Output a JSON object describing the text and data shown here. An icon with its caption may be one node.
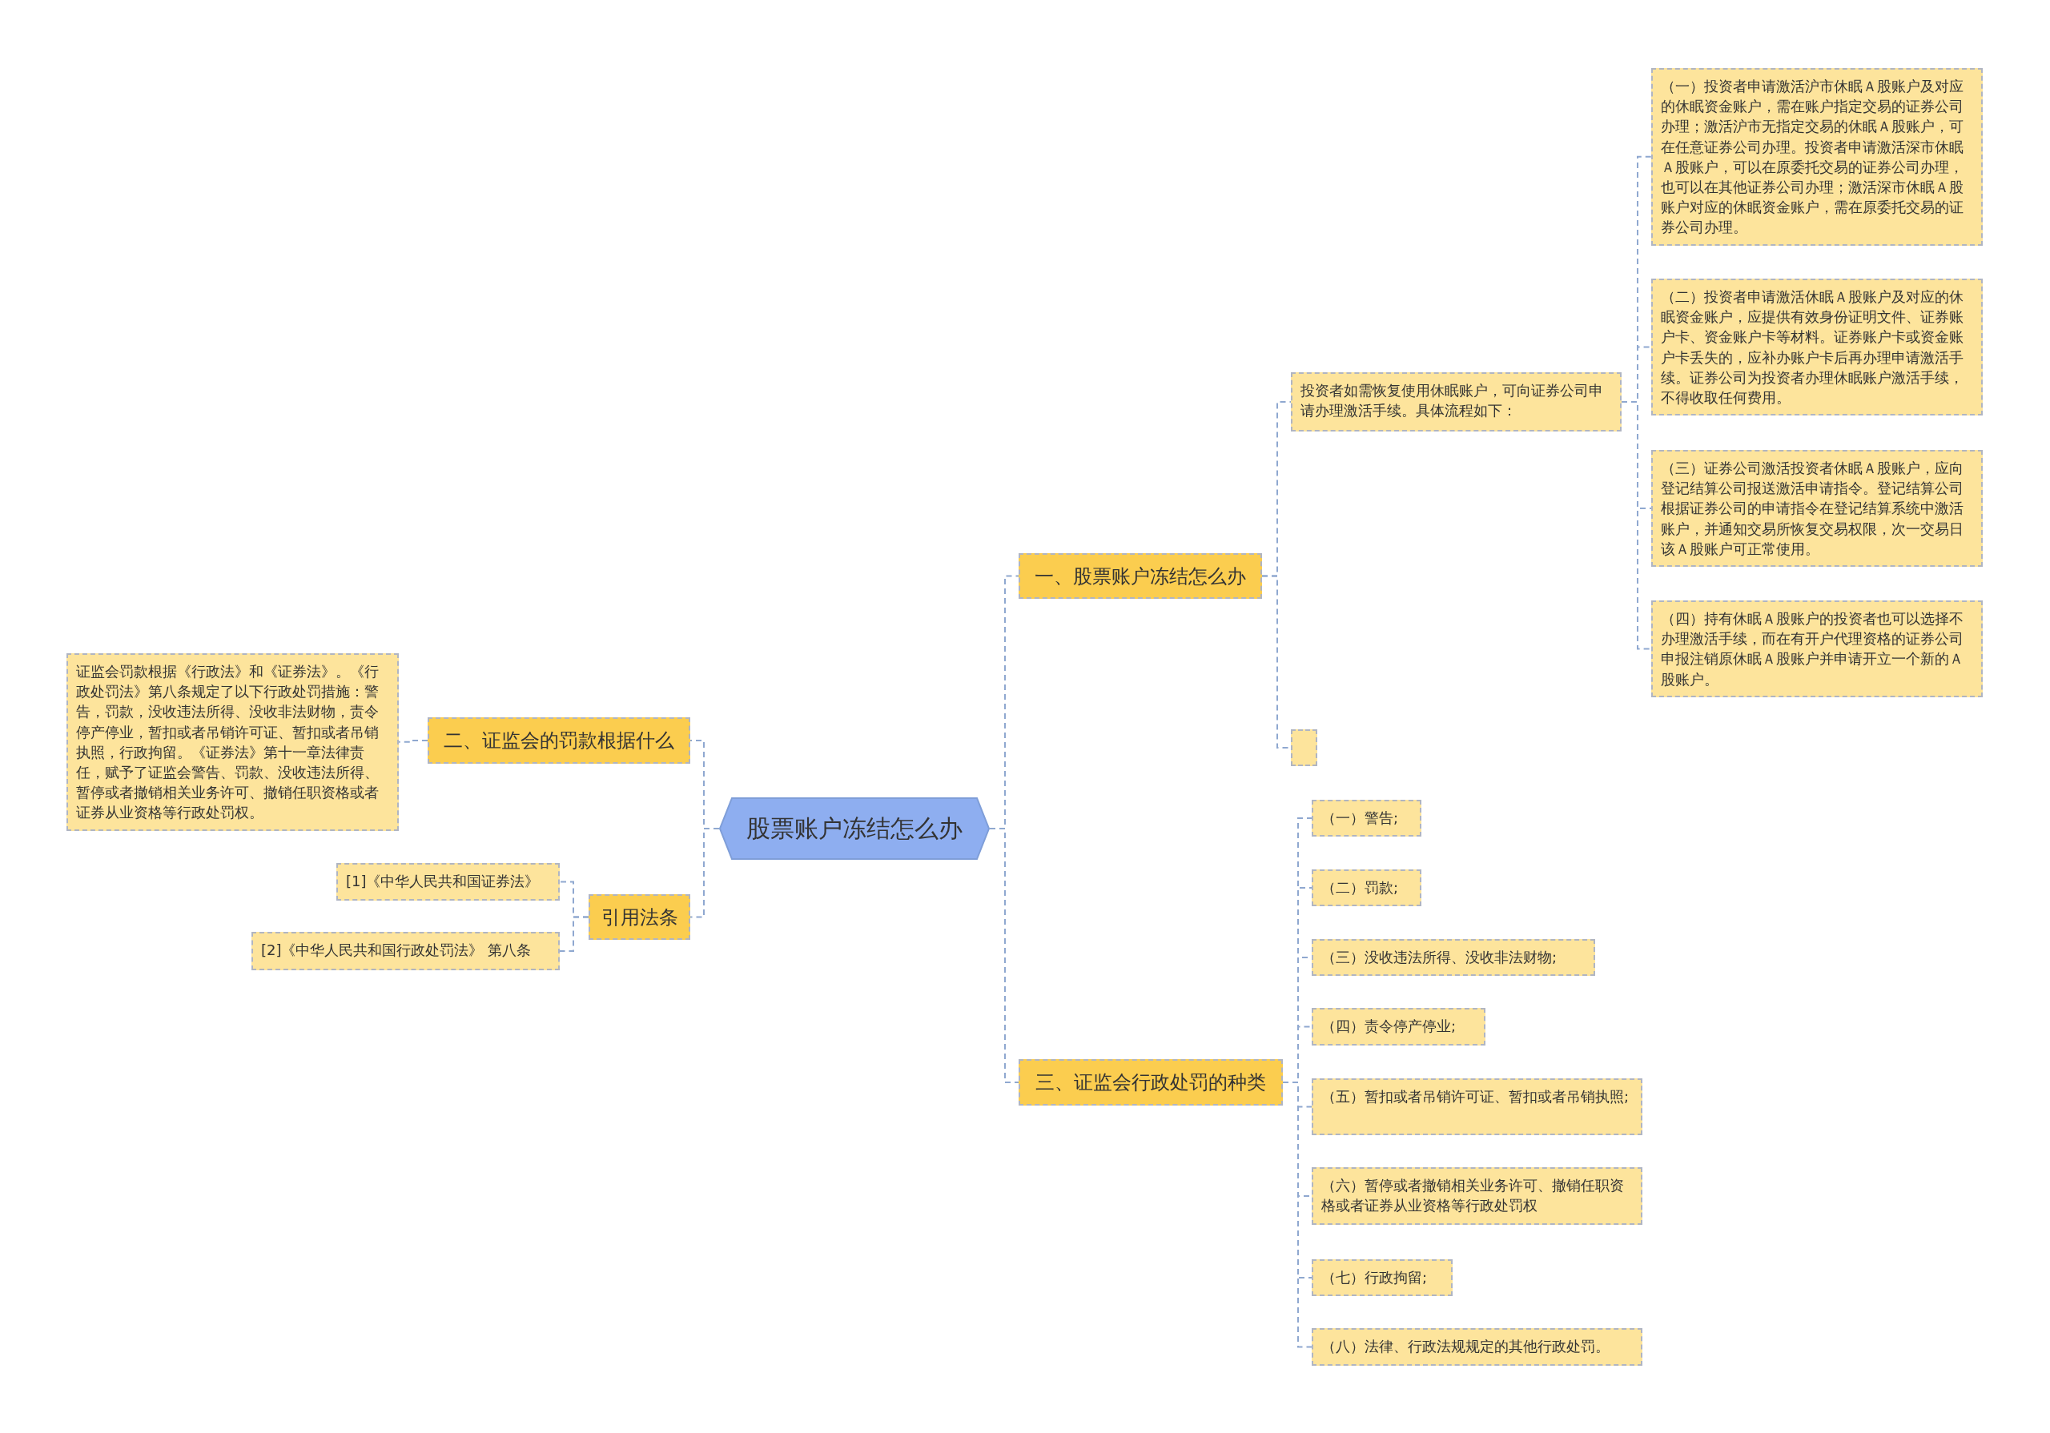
{
  "diagram": {
    "nodes": [
      {
        "text": [
          "股票账户冻结怎么办"
        ]
      },
      {
        "text": [
          "一、股票账户冻结怎么办"
        ]
      },
      {
        "text": [
          "投资者如需恢复使用休眠账户，可向证券公司申请办理激活手续。具体流程如下："
        ]
      },
      {
        "text": [
          "（一）投资者申请激活沪市休眠Ａ股账户及对应的休眠资金账户，需在账户指定交易的证券公司办理；激活沪市无指定交易的休眠Ａ股账户，可在任意证券公司办理。投资者申请激活深市休眠Ａ股账户，可以在原委托交易的证券公司办理，也可以在其他证券公司办理；激活深市休眠Ａ股账户对应的休眠资金账户，需在原委托交易的证券公司办理。"
        ]
      },
      {
        "text": [
          "（二）投资者申请激活休眠Ａ股账户及对应的休眠资金账户，应提供有效身份证明文件、证券账户卡、资金账户卡等材料。证券账户卡或资金账户卡丢失的，应补办账户卡后再办理申请激活手续。证券公司为投资者办理休眠账户激活手续，不得收取任何费用。"
        ]
      },
      {
        "text": [
          "（三）证券公司激活投资者休眠Ａ股账户，应向登记结算公司报送激活申请指令。登记结算公司根据证券公司的申请指令在登记结算系统中激活账户，并通知交易所恢复交易权限，次一交易日该Ａ股账户可正常使用。"
        ]
      },
      {
        "text": [
          "（四）持有休眠Ａ股账户的投资者也可以选择不办理激活手续，而在有开户代理资格的证券公司申报注销原休眠Ａ股账户并申请开立一个新的Ａ股账户。"
        ]
      },
      {
        "text": [],
        "shape": "box"
      },
      {
        "text": [
          "二、证监会的罚款根据什么"
        ]
      },
      {
        "text": [
          "证监会罚款根据《行政法》和《证券法》。《行政处罚法》第八条规定了以下行政处罚措施：警告，罚款，没收违法所得、没收非法财物，责令停产停业，暂扣或者吊销许可证、暂扣或者吊销执照，行政拘留。《证券法》第十一章法律责任，赋予了证监会警告、罚款、没收违法所得、暂停或者撤销相关业务许可、撤销任职资格或者证券从业资格等行政处罚权。"
        ]
      },
      {
        "text": [
          "引用法条"
        ]
      },
      {
        "text": [
          "[1]《中华人民共和国证券法》"
        ]
      },
      {
        "text": [
          "[2]《中华人民共和国行政处罚法》 第八条"
        ]
      },
      {
        "text": [
          "三、证监会行政处罚的种类"
        ]
      },
      {
        "text": [
          "（一）警告;"
        ]
      },
      {
        "text": [
          "（二）罚款;"
        ]
      },
      {
        "text": [
          "（三）没收违法所得、没收非法财物;"
        ]
      },
      {
        "text": [
          "（四）责令停产停业;"
        ]
      },
      {
        "text": [
          "（五）暂扣或者吊销许可证、暂扣或者吊销执照;"
        ]
      },
      {
        "text": [
          "（六）暂停或者撤销相关业务许可、撤销任职资格或者证券从业资格等行政处罚权"
        ]
      },
      {
        "text": [
          "（七）行政拘留;"
        ]
      },
      {
        "text": [
          "（八）法律、行政法规规定的其他行政处罚。"
        ]
      }
    ],
    "edges": [
      {
        "from": 0,
        "to": 1,
        "arrow": "none"
      },
      {
        "from": 1,
        "to": 2,
        "arrow": "none"
      },
      {
        "from": 2,
        "to": 3,
        "arrow": "none"
      },
      {
        "from": 2,
        "to": 4,
        "arrow": "none"
      },
      {
        "from": 2,
        "to": 5,
        "arrow": "none"
      },
      {
        "from": 2,
        "to": 6,
        "arrow": "none"
      },
      {
        "from": 1,
        "to": 7,
        "arrow": "none"
      },
      {
        "from": 0,
        "to": 8,
        "arrow": "none"
      },
      {
        "from": 8,
        "to": 9,
        "arrow": "none"
      },
      {
        "from": 0,
        "to": 10,
        "arrow": "none"
      },
      {
        "from": 10,
        "to": 11,
        "arrow": "none"
      },
      {
        "from": 10,
        "to": 12,
        "arrow": "none"
      },
      {
        "from": 0,
        "to": 13,
        "arrow": "none"
      },
      {
        "from": 13,
        "to": 14,
        "arrow": "none"
      },
      {
        "from": 13,
        "to": 15,
        "arrow": "none"
      },
      {
        "from": 13,
        "to": 16,
        "arrow": "none"
      },
      {
        "from": 13,
        "to": 17,
        "arrow": "none"
      },
      {
        "from": 13,
        "to": 18,
        "arrow": "none"
      },
      {
        "from": 13,
        "to": 19,
        "arrow": "none"
      },
      {
        "from": 13,
        "to": 20,
        "arrow": "none"
      },
      {
        "from": 13,
        "to": 21,
        "arrow": "none"
      }
    ]
  }
}
